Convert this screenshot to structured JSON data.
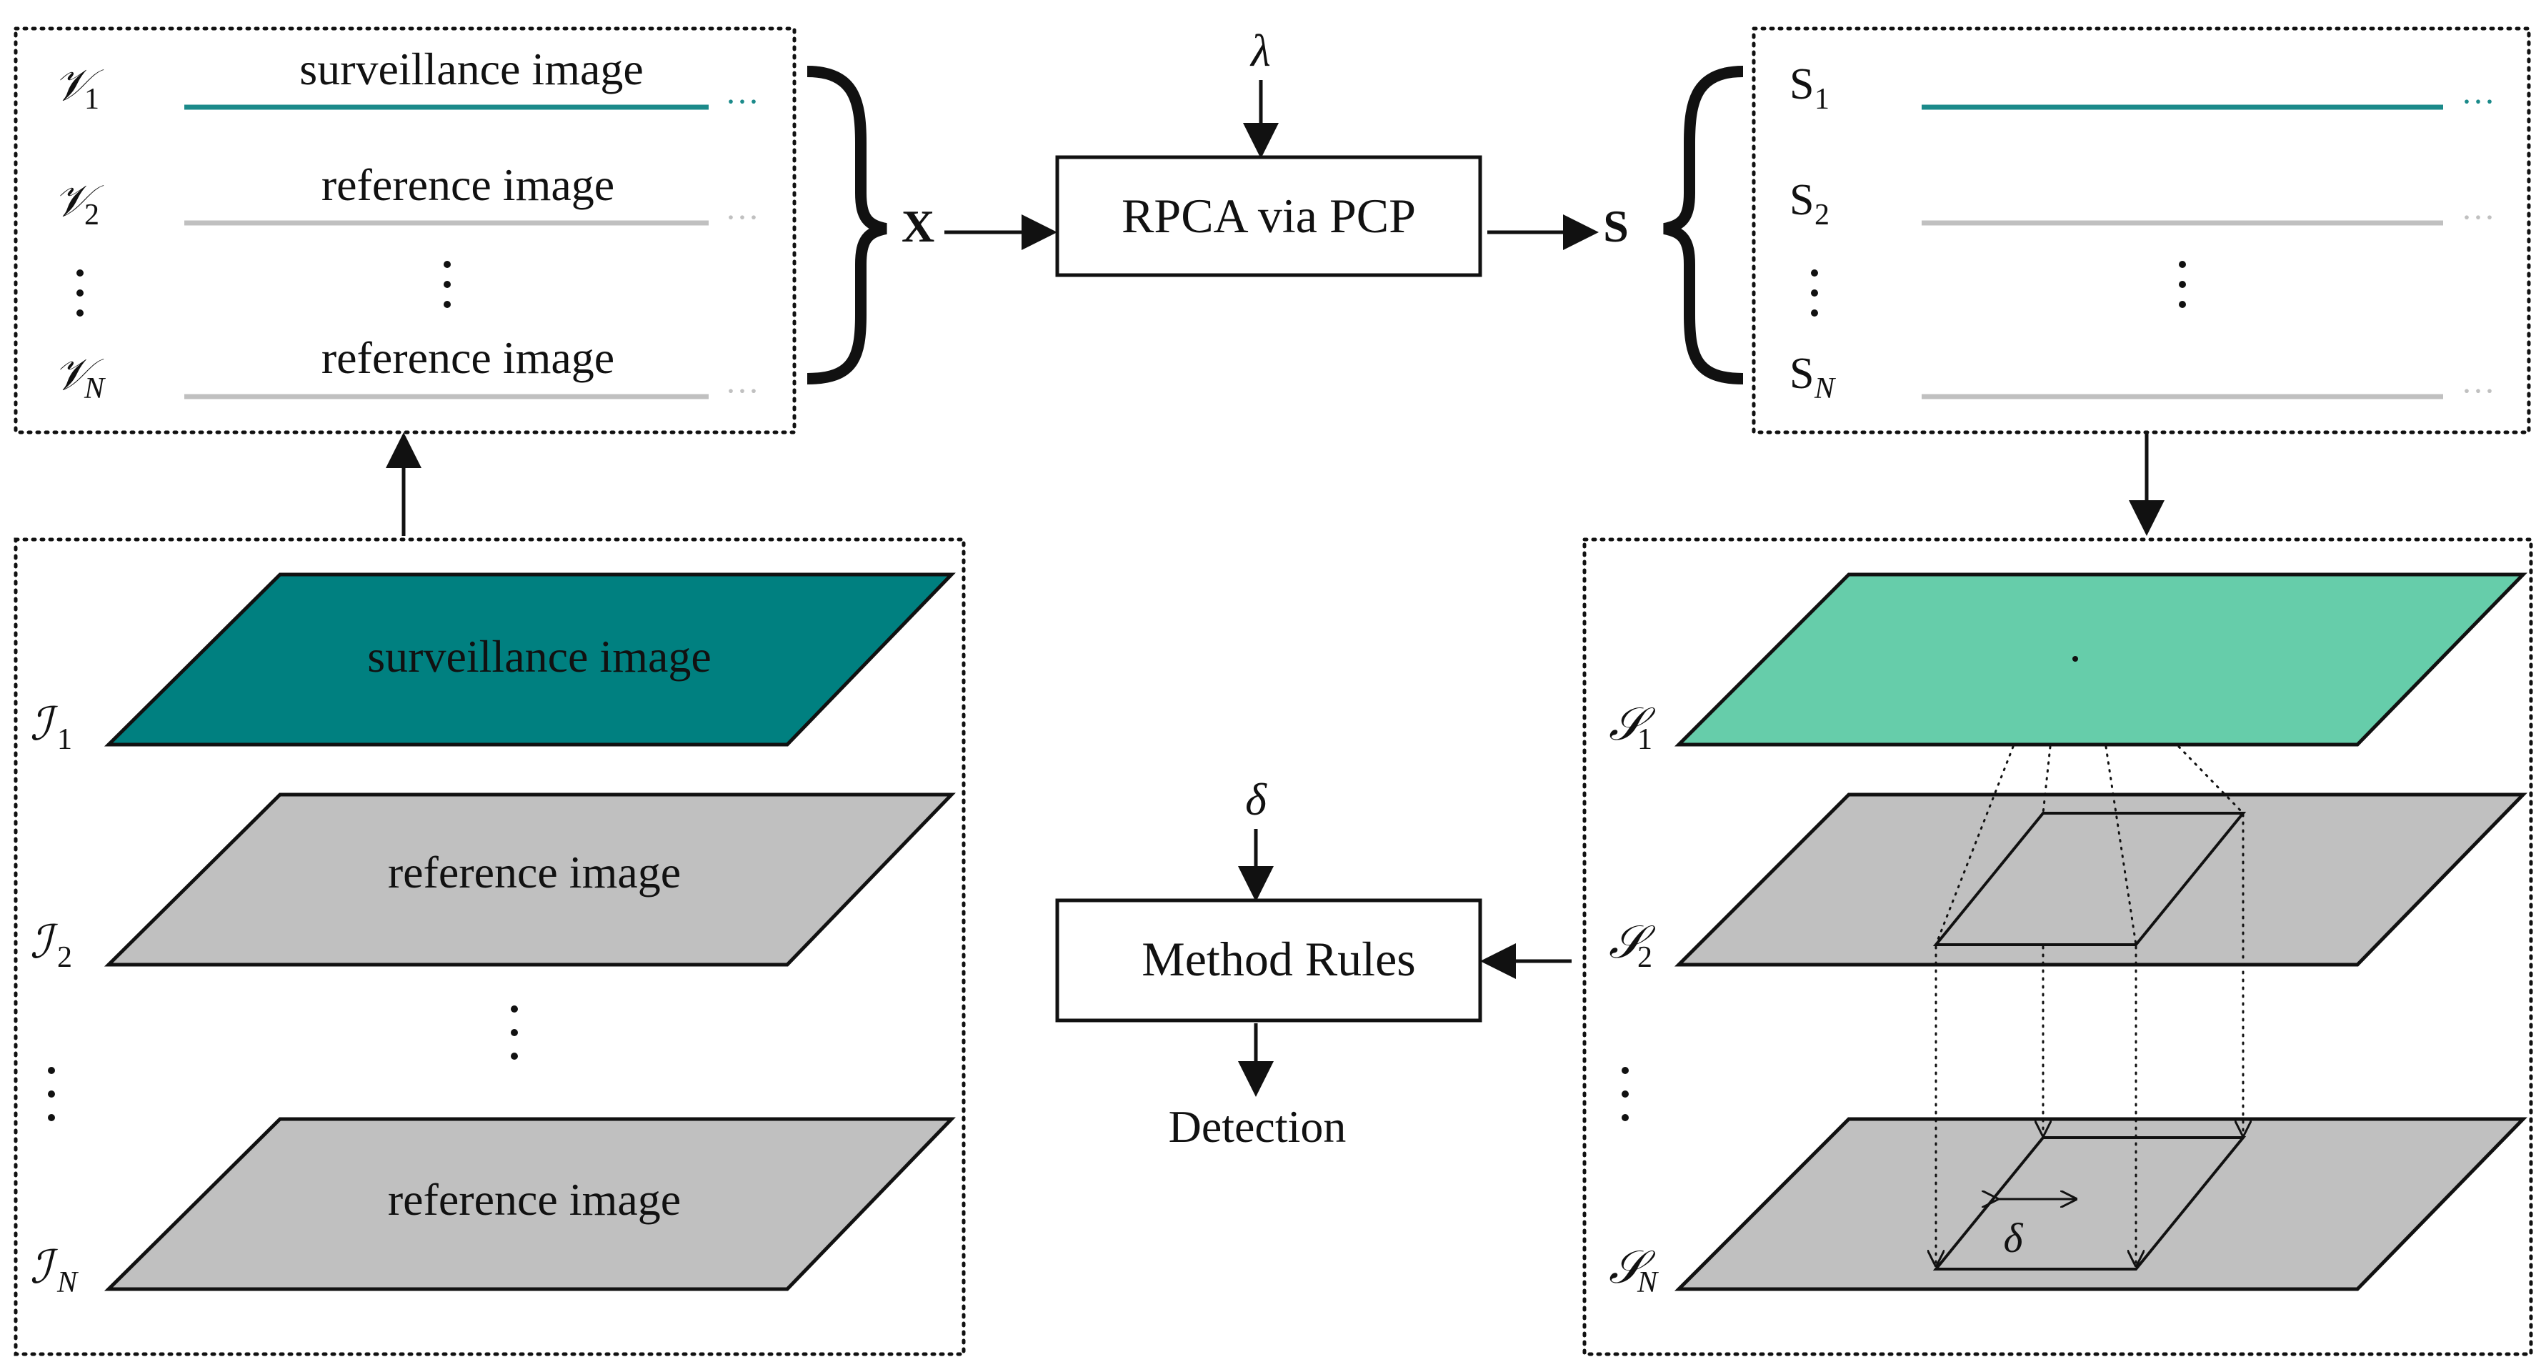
{
  "top_left": {
    "rows": [
      {
        "symbol": "𝒱",
        "sub": "1",
        "label": "surveillance image",
        "color": "#1b8a8a"
      },
      {
        "symbol": "𝒱",
        "sub": "2",
        "label": "reference image",
        "color": "#c0c0c0"
      },
      {
        "symbol": "𝒱",
        "sub": "N",
        "label": "reference image",
        "color": "#c0c0c0"
      }
    ],
    "trailing_dots": "···",
    "brace_label": "X"
  },
  "rpca_box": {
    "label": "RPCA via PCP",
    "param": "λ"
  },
  "top_right": {
    "brace_label": "S",
    "rows": [
      {
        "symbol": "S",
        "sub": "1",
        "color": "#1b8a8a"
      },
      {
        "symbol": "S",
        "sub": "2",
        "color": "#c0c0c0"
      },
      {
        "symbol": "S",
        "sub": "N",
        "color": "#c0c0c0"
      }
    ],
    "trailing_dots": "···"
  },
  "bottom_left": {
    "layers": [
      {
        "symbol": "ℐ",
        "sub": "1",
        "label": "surveillance image",
        "fill": "#008080"
      },
      {
        "symbol": "ℐ",
        "sub": "2",
        "label": "reference image",
        "fill": "#c0c0c0"
      },
      {
        "symbol": "ℐ",
        "sub": "N",
        "label": "reference image",
        "fill": "#c0c0c0"
      }
    ]
  },
  "bottom_right": {
    "layers": [
      {
        "symbol": "𝒮",
        "sub": "1",
        "fill": "#66cdaa"
      },
      {
        "symbol": "𝒮",
        "sub": "2",
        "fill": "#c0c0c0"
      },
      {
        "symbol": "𝒮",
        "sub": "N",
        "fill": "#c0c0c0"
      }
    ],
    "delta_label": "δ"
  },
  "method_box": {
    "label": "Method Rules",
    "param": "δ",
    "output": "Detection"
  }
}
